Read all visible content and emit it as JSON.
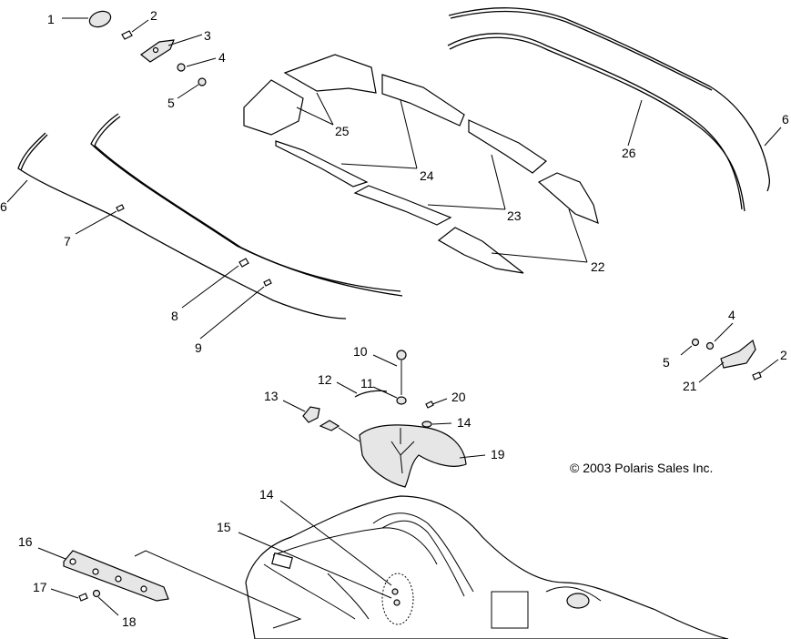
{
  "copyright": "© 2003 Polaris Sales Inc.",
  "callouts": [
    {
      "id": "c1",
      "text": "1"
    },
    {
      "id": "c2a",
      "text": "2"
    },
    {
      "id": "c3",
      "text": "3"
    },
    {
      "id": "c4a",
      "text": "4"
    },
    {
      "id": "c5a",
      "text": "5"
    },
    {
      "id": "c6a",
      "text": "6"
    },
    {
      "id": "c6b",
      "text": "6"
    },
    {
      "id": "c7",
      "text": "7"
    },
    {
      "id": "c8",
      "text": "8"
    },
    {
      "id": "c9",
      "text": "9"
    },
    {
      "id": "c10",
      "text": "10"
    },
    {
      "id": "c11",
      "text": "11"
    },
    {
      "id": "c12",
      "text": "12"
    },
    {
      "id": "c13",
      "text": "13"
    },
    {
      "id": "c14a",
      "text": "14"
    },
    {
      "id": "c14b",
      "text": "14"
    },
    {
      "id": "c15",
      "text": "15"
    },
    {
      "id": "c16",
      "text": "16"
    },
    {
      "id": "c17",
      "text": "17"
    },
    {
      "id": "c18",
      "text": "18"
    },
    {
      "id": "c19",
      "text": "19"
    },
    {
      "id": "c20",
      "text": "20"
    },
    {
      "id": "c21",
      "text": "21"
    },
    {
      "id": "c22",
      "text": "22"
    },
    {
      "id": "c23",
      "text": "23"
    },
    {
      "id": "c24",
      "text": "24"
    },
    {
      "id": "c25",
      "text": "25"
    },
    {
      "id": "c26",
      "text": "26"
    },
    {
      "id": "c4b",
      "text": "4"
    },
    {
      "id": "c5b",
      "text": "5"
    },
    {
      "id": "c2b",
      "text": "2"
    }
  ]
}
